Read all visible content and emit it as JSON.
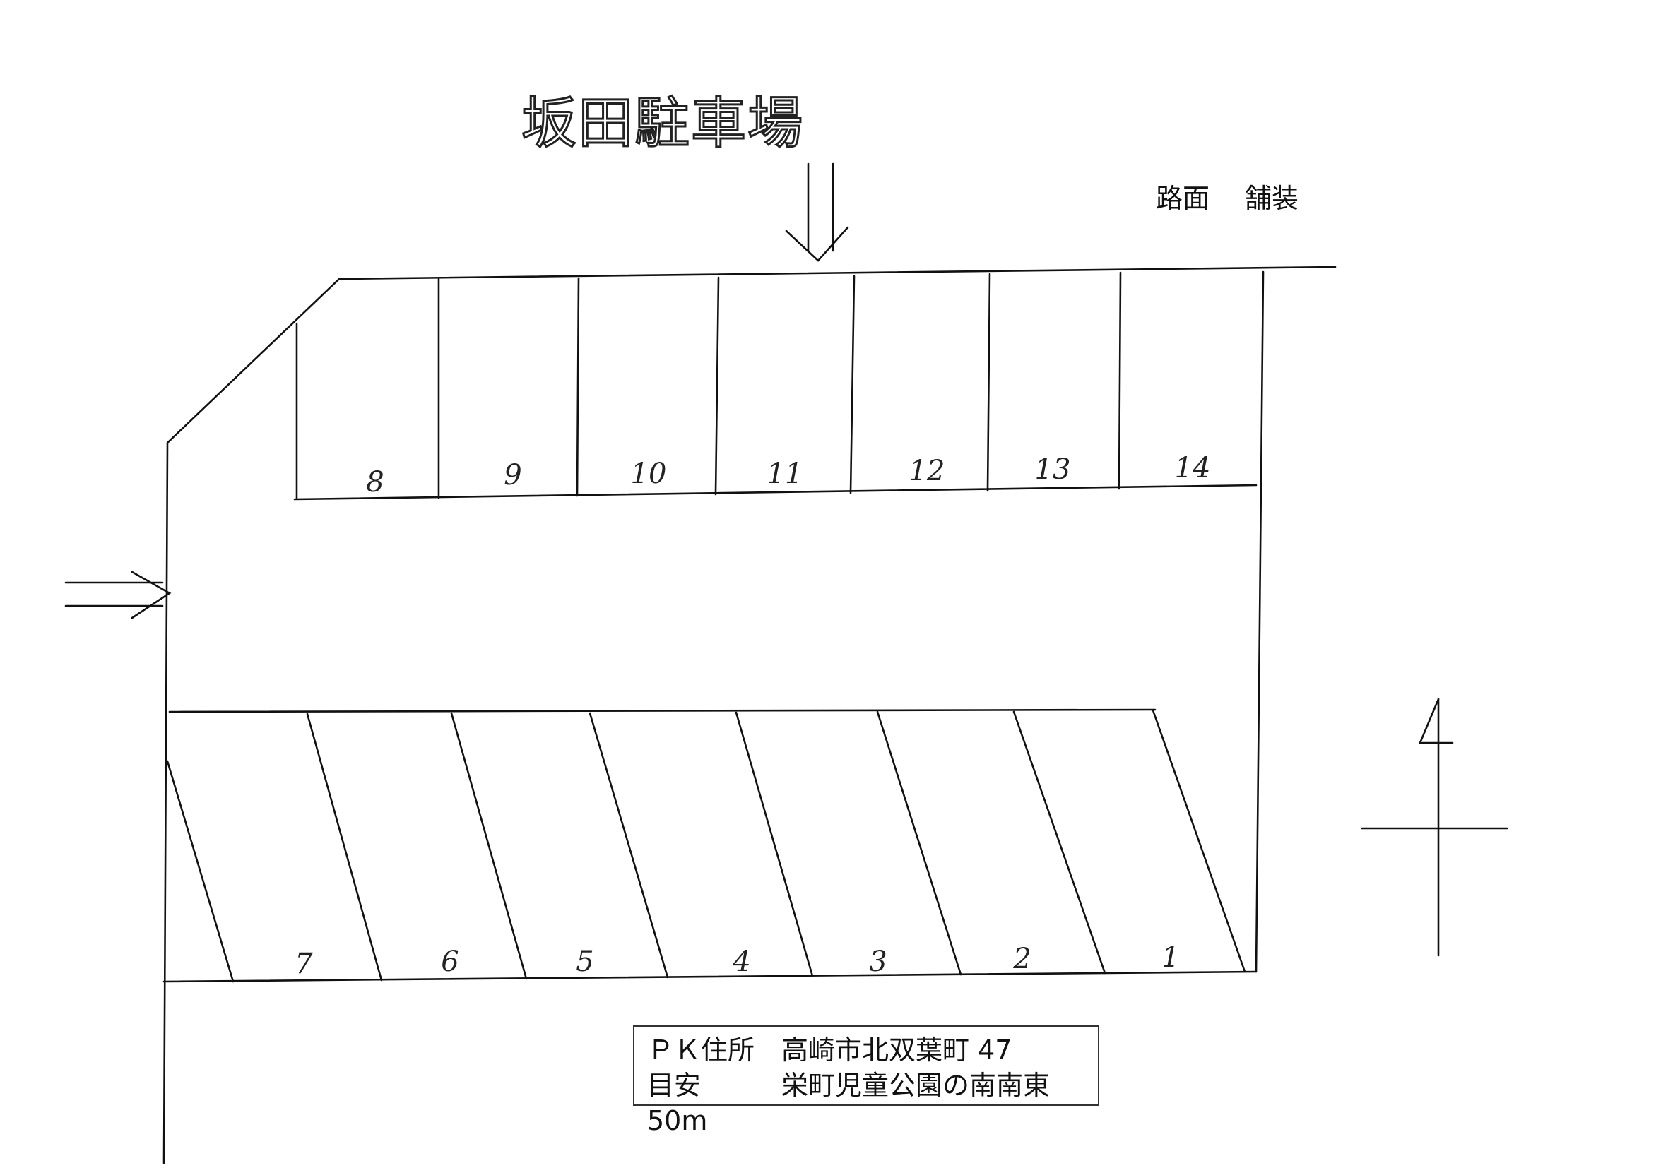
{
  "title": "坂田駐車場",
  "surface": {
    "label": "路面",
    "value": "舗装"
  },
  "spaces_top": [
    "8",
    "9",
    "10",
    "11",
    "12",
    "13",
    "14"
  ],
  "spaces_bottom": [
    "7",
    "6",
    "5",
    "4",
    "3",
    "2",
    "1"
  ],
  "info": {
    "address_label": "ＰＫ住所",
    "address_value": "高崎市北双葉町 47",
    "landmark_label": "目安",
    "landmark_value": "栄町児童公園の南南東 50m"
  }
}
